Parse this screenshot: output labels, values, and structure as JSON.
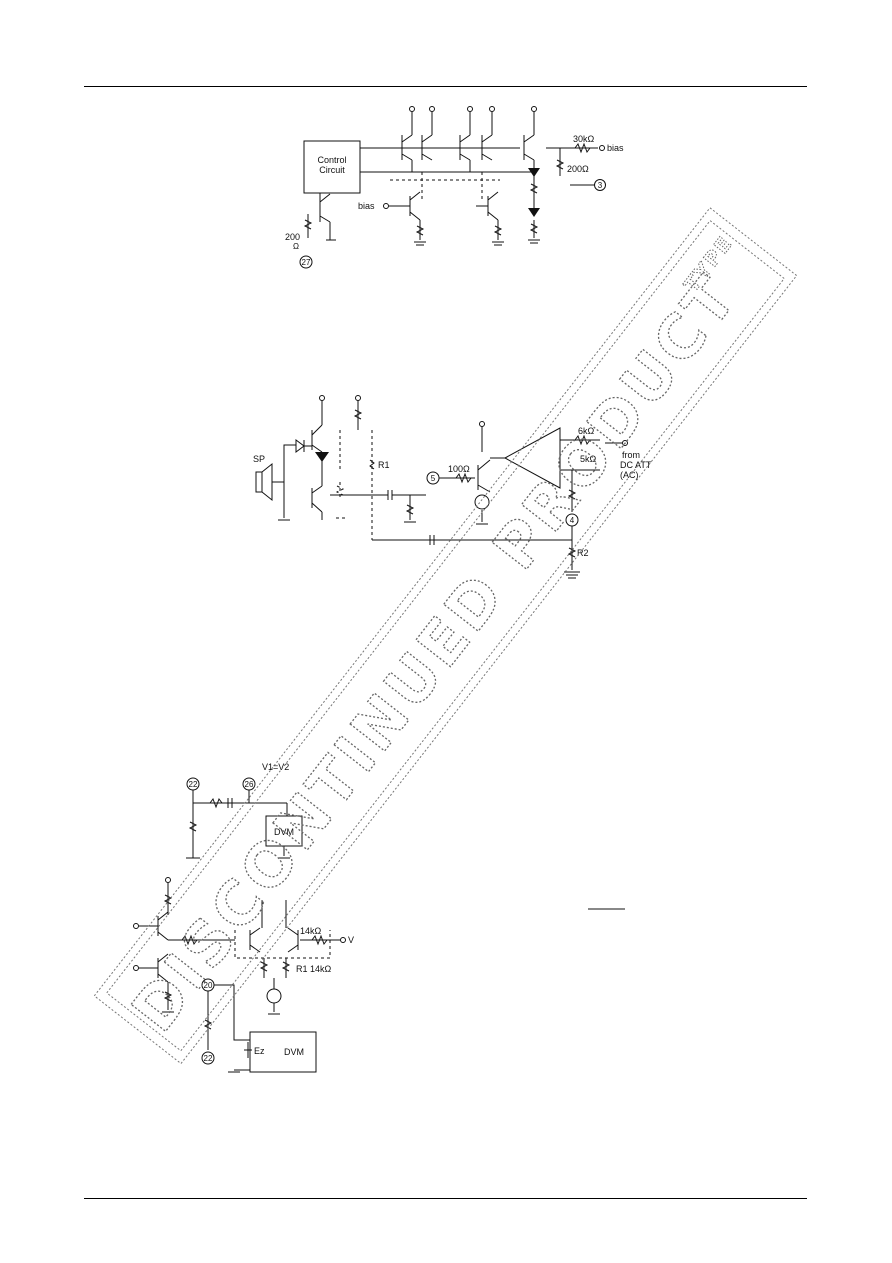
{
  "circuit1": {
    "control_label_1": "Control",
    "control_label_2": "Circuit",
    "r_30k": "30kΩ",
    "bias_right": "bias",
    "r_200_right": "200Ω",
    "pin_3": "3",
    "bias_left": "bias",
    "r_200_left": "200",
    "r_200_left_unit": "Ω",
    "pin_27": "27"
  },
  "circuit2": {
    "sp": "SP",
    "r1": "R1",
    "pin_5": "5",
    "r_100": "100Ω",
    "r_6k": "6kΩ",
    "r_5k": "5kΩ",
    "from": "from",
    "dc_att": "DC ATT",
    "ac": "(AC)",
    "pin_4": "4",
    "r2": "R2"
  },
  "circuit3": {
    "v1v2": "V1=V2",
    "pin_22": "22",
    "pin_26": "26",
    "dvm": "DVM"
  },
  "circuit4": {
    "r_14k_a": "14kΩ",
    "v_out": "V",
    "r1_14k": "R1 14kΩ",
    "pin_20": "20",
    "pin_22": "22",
    "ez": "Ez",
    "dvm": "DVM"
  },
  "watermark": {
    "main": "DISCONTINUED PRODUCT",
    "small": "TYPE"
  }
}
